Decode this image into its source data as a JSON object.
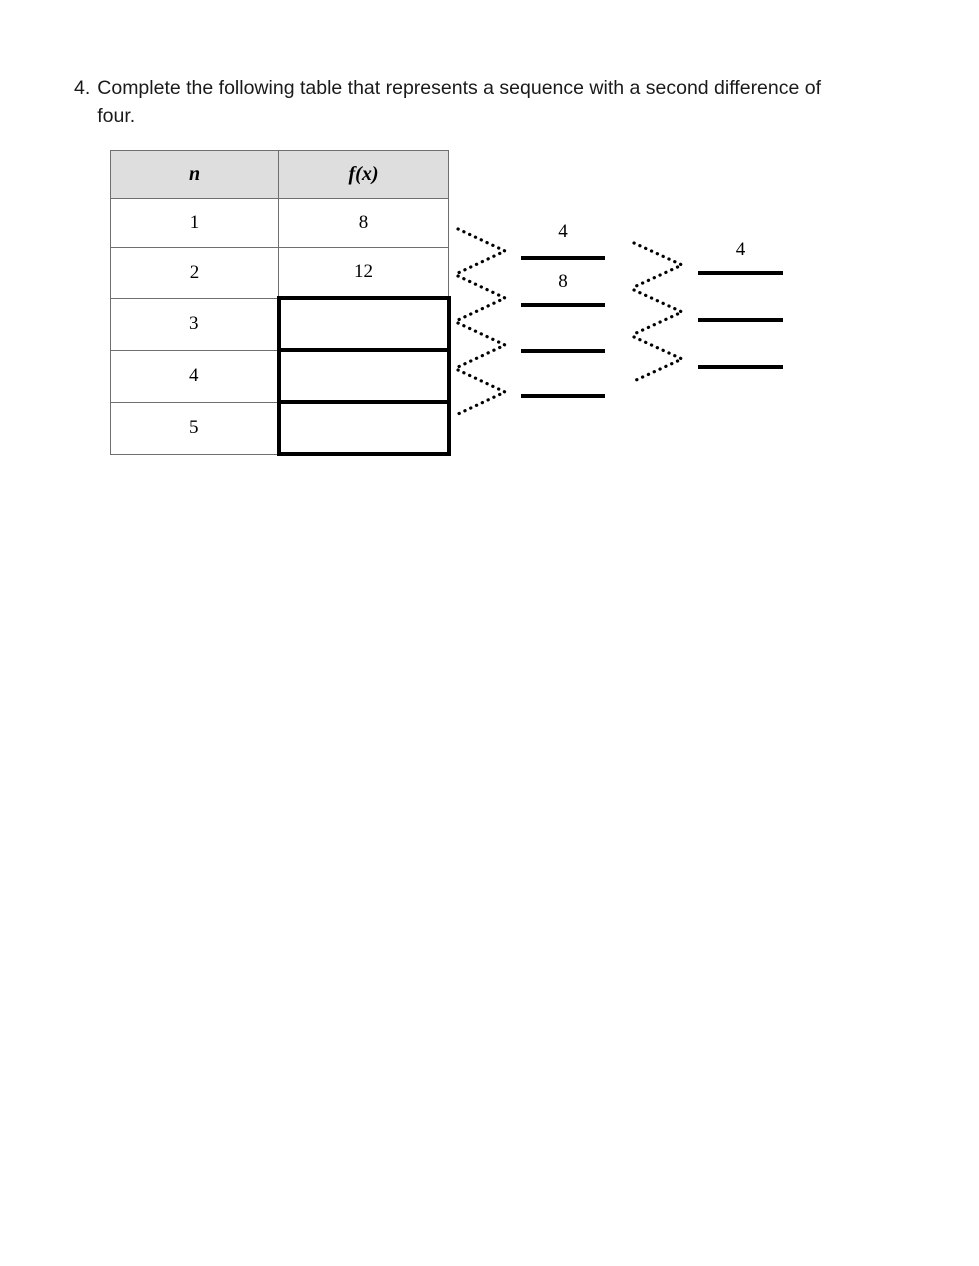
{
  "question": {
    "number": "4.",
    "text": "Complete the following table that represents a sequence with a second difference of four."
  },
  "table": {
    "headers": [
      "n",
      "f(x)"
    ],
    "rows": [
      {
        "n": "1",
        "fx": "8",
        "fx_blank": false
      },
      {
        "n": "2",
        "fx": "12",
        "fx_blank": false
      },
      {
        "n": "3",
        "fx": "",
        "fx_blank": true
      },
      {
        "n": "4",
        "fx": "",
        "fx_blank": true
      },
      {
        "n": "5",
        "fx": "",
        "fx_blank": true
      }
    ],
    "header_fill": "#dedede",
    "grid_color": "#6f6f6f",
    "blank_border_color": "#000000"
  },
  "first_differences": {
    "label": "first-difference-column",
    "arrow_count": 4,
    "blanks": [
      {
        "value": "4"
      },
      {
        "value": "8"
      },
      {
        "value": ""
      },
      {
        "value": ""
      }
    ]
  },
  "second_differences": {
    "label": "second-difference-column",
    "arrow_count": 3,
    "blanks": [
      {
        "value": "4"
      },
      {
        "value": ""
      },
      {
        "value": ""
      }
    ]
  }
}
